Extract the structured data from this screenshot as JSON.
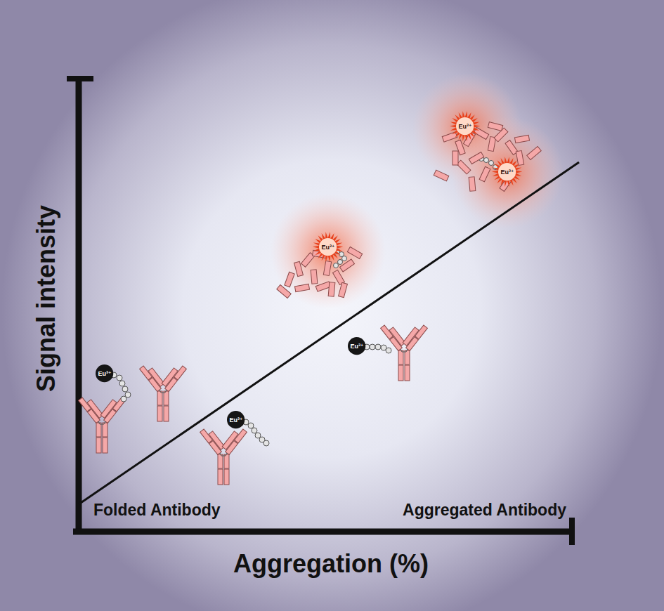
{
  "diagram": {
    "nodes": [
      {
        "text": [
          "Eu³⁺"
        ]
      },
      {
        "text": [
          "Eu³⁺"
        ]
      },
      {
        "text": [
          "Eu³⁺"
        ]
      },
      {
        "text": [
          "Eu³⁺"
        ]
      },
      {
        "text": [
          "Eu³⁺"
        ]
      },
      {
        "text": [
          "Eu³⁺"
        ]
      }
    ],
    "labels": [
      "Signal intensity",
      "Aggregation (%)",
      "Folded Antibody",
      "Aggregated Antibody"
    ]
  }
}
